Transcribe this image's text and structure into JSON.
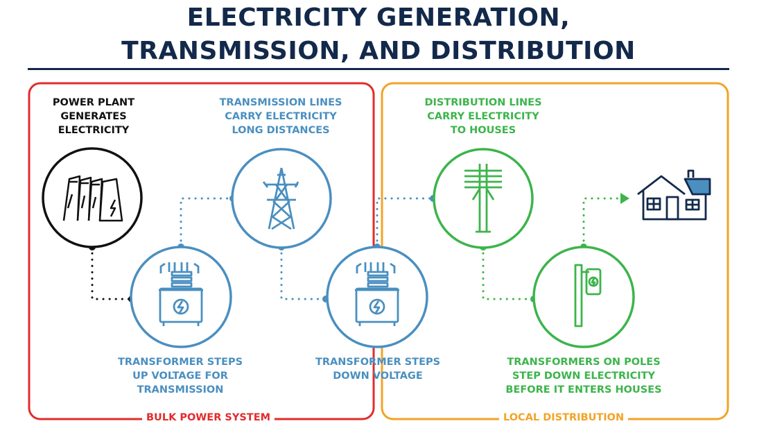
{
  "title": {
    "line1": "ELECTRICITY GENERATION,",
    "line2": "TRANSMISSION, AND DISTRIBUTION"
  },
  "sections": {
    "bulk": "BULK POWER SYSTEM",
    "local": "LOCAL DISTRIBUTION"
  },
  "steps": {
    "power_plant": [
      "POWER PLANT",
      "GENERATES",
      "ELECTRICITY"
    ],
    "step_up": [
      "TRANSFORMER STEPS",
      "UP VOLTAGE FOR",
      "TRANSMISSION"
    ],
    "transmission": [
      "TRANSMISSION LINES",
      "CARRY ELECTRICITY",
      "LONG DISTANCES"
    ],
    "step_down": [
      "TRANSFORMER STEPS",
      "DOWN VOLTAGE"
    ],
    "distribution": [
      "DISTRIBUTION LINES",
      "CARRY ELECTRICITY",
      "TO HOUSES"
    ],
    "pole_transformer": [
      "TRANSFORMERS ON POLES",
      "STEP DOWN ELECTRICITY",
      "BEFORE IT ENTERS HOUSES"
    ]
  },
  "colors": {
    "navy": "#13294b",
    "red": "#e32b2b",
    "orange": "#f3a326",
    "blue": "#4a8fc0",
    "green": "#3cb44b",
    "black": "#111111"
  },
  "icons": {
    "power_plant": "power-plant-icon",
    "transformer": "transformer-icon",
    "tower": "transmission-tower-icon",
    "utility_pole": "utility-pole-icon",
    "pole_transformer": "pole-transformer-icon",
    "house": "house-icon",
    "arrow": "arrow-icon"
  }
}
